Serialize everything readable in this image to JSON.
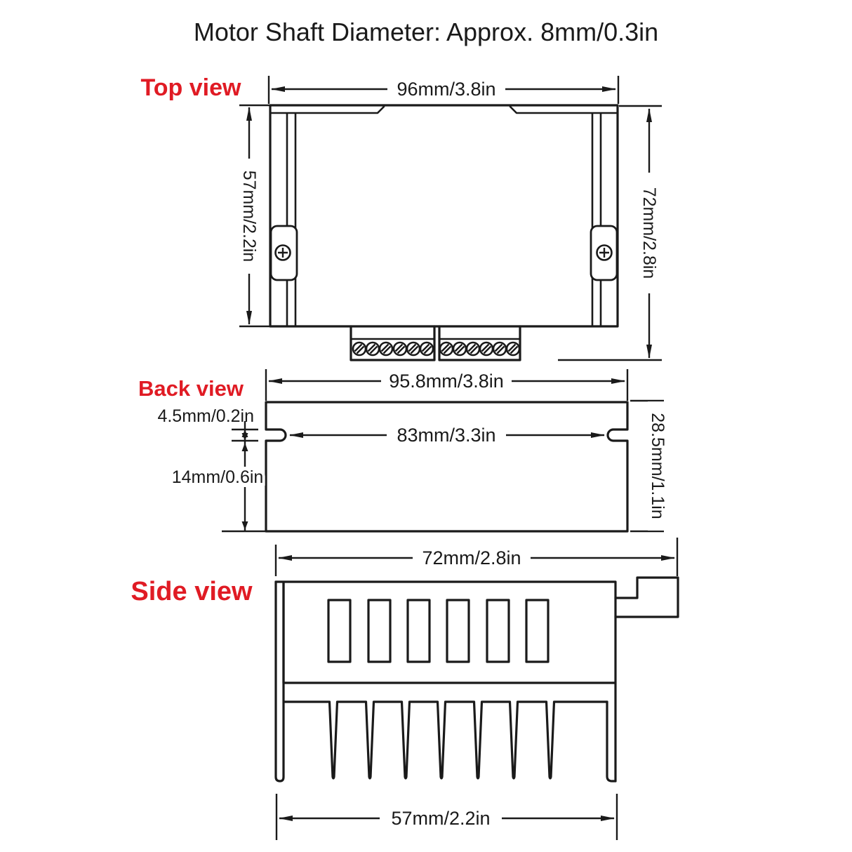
{
  "title": "Motor Shaft Diameter: Approx. 8mm/0.3in",
  "colors": {
    "line": "#1a1a1a",
    "label": "#e01b24",
    "background": "#ffffff"
  },
  "views": {
    "top": {
      "label": "Top view",
      "dims": {
        "width": "96mm/3.8in",
        "height_left": "57mm/2.2in",
        "height_right": "72mm/2.8in"
      }
    },
    "back": {
      "label": "Back view",
      "dims": {
        "width": "95.8mm/3.8in",
        "slot_width": "83mm/3.3in",
        "slot_height": "4.5mm/0.2in",
        "slot_to_bottom": "14mm/0.6in",
        "height": "28.5mm/1.1in"
      }
    },
    "side": {
      "label": "Side view",
      "dims": {
        "width": "72mm/2.8in",
        "bottom_width": "57mm/2.2in"
      }
    }
  }
}
